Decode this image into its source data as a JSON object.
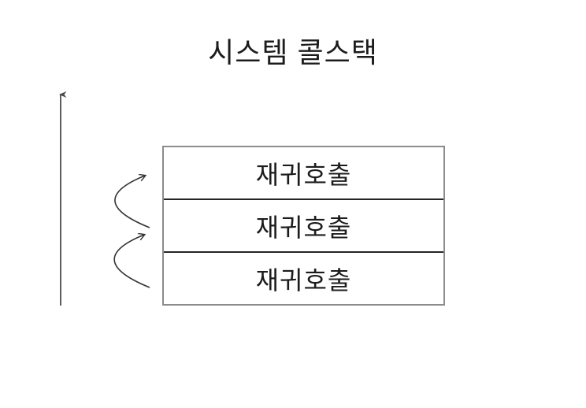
{
  "diagram": {
    "title": "시스템 콜스택",
    "stack": {
      "frames": [
        {
          "label": "재귀호출"
        },
        {
          "label": "재귀호출"
        },
        {
          "label": "재귀호출"
        }
      ]
    },
    "arrows": {
      "growth_arrow_direction": "up",
      "recursive_call_arrow_count": 2
    },
    "colors": {
      "background": "#ffffff",
      "text": "#1c1c1c",
      "box_border": "#8c8c8c",
      "frame_divider": "#262626",
      "growth_arrow": "#5f5f5f",
      "call_arrow": "#333333"
    }
  }
}
